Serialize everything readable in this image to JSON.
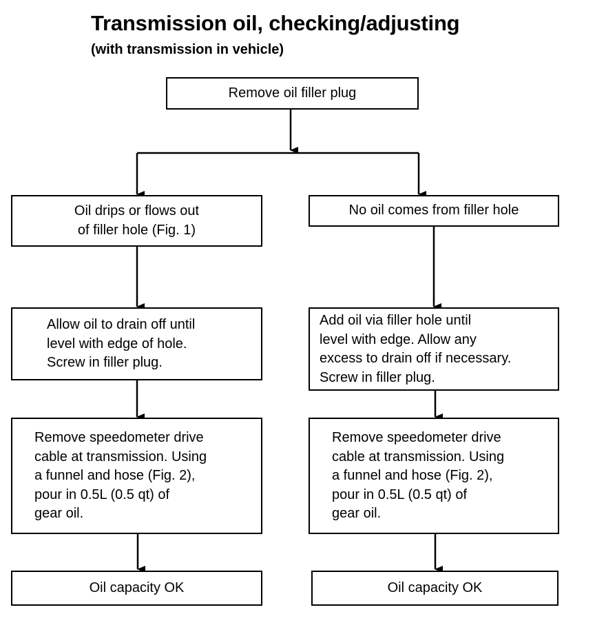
{
  "title": "Transmission oil, checking/adjusting",
  "subtitle": "(with transmission in vehicle)",
  "steps": {
    "start": "Remove oil filler plug",
    "left_condition": "Oil drips or flows out\nof filler hole (Fig. 1)",
    "right_condition": "No oil comes from filler hole",
    "left_action": "Allow oil to drain off until\nlevel with edge of hole.\nScrew in filler plug.",
    "right_action": "Add oil via filler hole until\nlevel with edge. Allow any\nexcess to drain off if necessary.\nScrew in filler plug.",
    "left_fill": "Remove speedometer drive\ncable at transmission. Using\na funnel and hose (Fig. 2),\npour in 0.5L (0.5 qt) of\ngear oil.",
    "right_fill": "Remove speedometer drive\ncable at transmission. Using\na funnel and hose (Fig. 2),\npour in 0.5L (0.5 qt) of\ngear oil.",
    "left_result": "Oil capacity OK",
    "right_result": "Oil capacity OK"
  }
}
